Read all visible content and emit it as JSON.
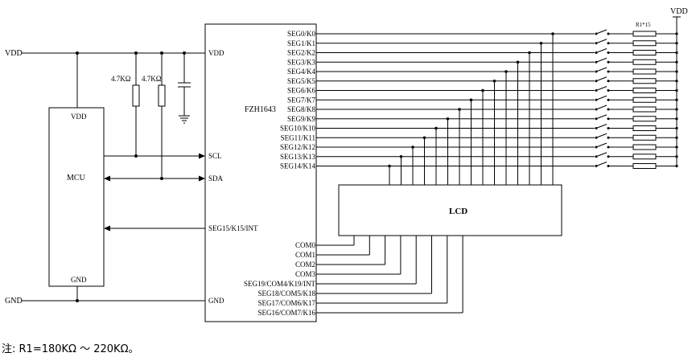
{
  "power": {
    "vdd": "VDD",
    "gnd": "GND"
  },
  "mcu": {
    "label": "MCU",
    "vdd_pin": "VDD",
    "gnd_pin": "GND"
  },
  "ic": {
    "name": "FZH1643",
    "left_pins": {
      "vdd": "VDD",
      "scl": "SCL",
      "sda": "SDA",
      "int": "SEG15/K15/INT",
      "gnd": "GND"
    },
    "seg_pins": [
      "SEG0/K0",
      "SEG1/K1",
      "SEG2/K2",
      "SEG3/K3",
      "SEG4/K4",
      "SEG5/K5",
      "SEG6/K6",
      "SEG7/K7",
      "SEG8/K8",
      "SEG9/K9",
      "SEG10/K10",
      "SEG11/K11",
      "SEG12/K12",
      "SEG13/K13",
      "SEG14/K14"
    ],
    "com_pins": [
      "COM0",
      "COM1",
      "COM2",
      "COM3",
      "SEG19/COM4/K19/INT",
      "SEG18/COM5/K18",
      "SEG17/COM6/K17",
      "SEG16/COM7/K16"
    ]
  },
  "pullups": {
    "r1_label": "4.7KΩ",
    "r2_label": "4.7KΩ"
  },
  "resistor_array": {
    "label": "R1*15"
  },
  "lcd": {
    "label": "LCD"
  },
  "note": "注: R1=180KΩ ～ 220KΩ。"
}
